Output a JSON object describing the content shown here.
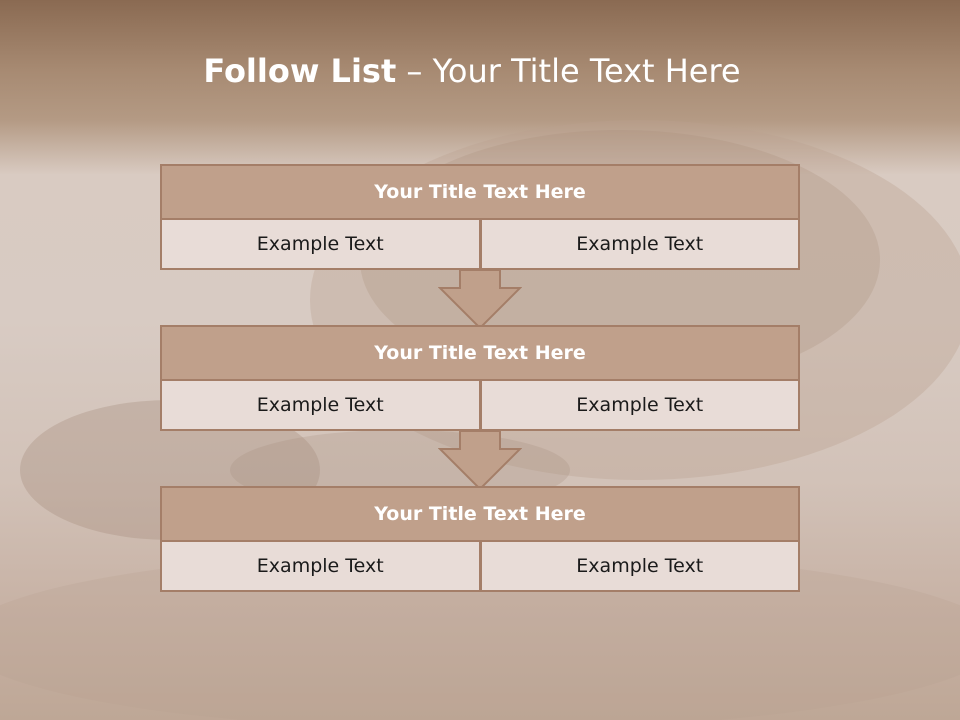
{
  "slide": {
    "title_bold": "Follow List",
    "title_rest": " – Your Title Text Here"
  },
  "steps": [
    {
      "title": "Your Title Text Here",
      "left": "Example Text",
      "right": "Example Text"
    },
    {
      "title": "Your Title Text Here",
      "left": "Example Text",
      "right": "Example Text"
    },
    {
      "title": "Your Title Text Here",
      "left": "Example Text",
      "right": "Example Text"
    }
  ],
  "colors": {
    "header_fill": "#c0a08b",
    "cell_fill": "#e8dcd7",
    "border": "#a47e68",
    "title_text": "#ffffff"
  }
}
